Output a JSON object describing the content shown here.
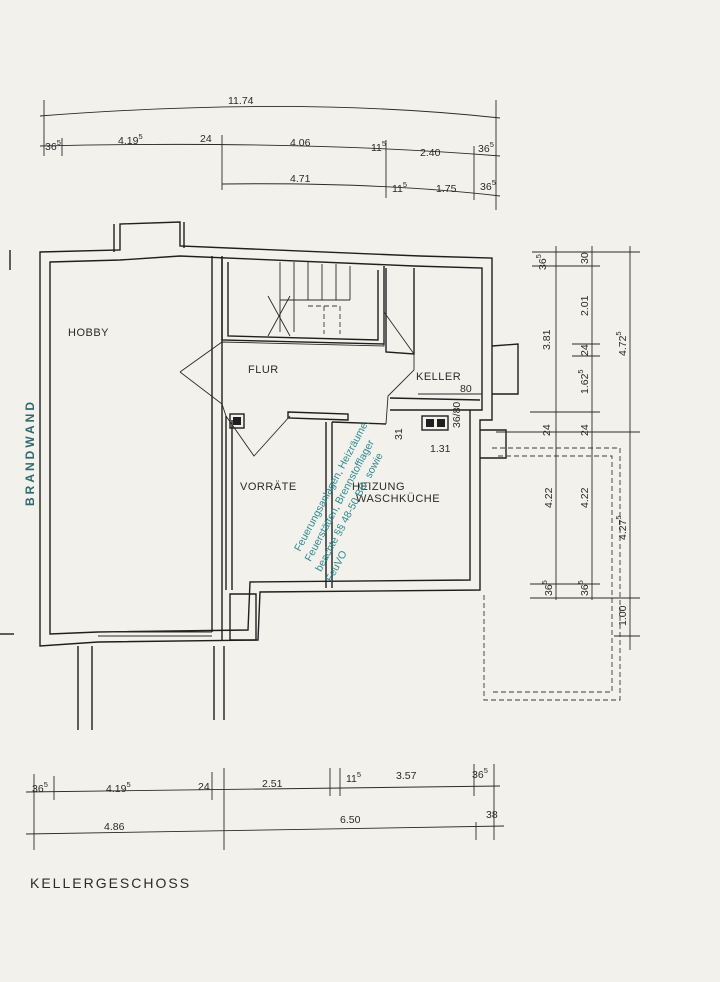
{
  "title": "KELLERGESCHOSS",
  "wall_label": "BRANDWAND",
  "rooms": {
    "hobby": "HOBBY",
    "flur": "FLUR",
    "keller": "KELLER",
    "vorraete": "VORRÄTE",
    "heizung": "HEIZUNG",
    "waschkueche": "WASCHKÜCHE"
  },
  "stamp_lines": [
    "Feuerungsanlagen, Heizräume,",
    "Feuerstätten, Brennstofflager",
    "beachte §§ 48-50 BO, sowie",
    "FeuVO"
  ],
  "dims_top": {
    "overall": "11.74",
    "row1": [
      {
        "main": "36",
        "sup": "5"
      },
      {
        "main": "4.19",
        "sup": "5"
      },
      {
        "main": "24",
        "sup": ""
      },
      {
        "main": "4.06",
        "sup": ""
      },
      {
        "main": "11",
        "sup": "5"
      },
      {
        "main": "2.40",
        "sup": ""
      },
      {
        "main": "36",
        "sup": "5"
      }
    ],
    "row2": [
      {
        "main": "4.71",
        "sup": ""
      },
      {
        "main": "11",
        "sup": "5"
      },
      {
        "main": "1.75",
        "sup": ""
      },
      {
        "main": "36",
        "sup": "5"
      }
    ]
  },
  "dims_right": {
    "inner": [
      {
        "main": "36",
        "sup": "5"
      },
      {
        "main": "3.81",
        "sup": ""
      },
      {
        "main": "24",
        "sup": ""
      },
      {
        "main": "4.22",
        "sup": ""
      },
      {
        "main": "36",
        "sup": "5"
      }
    ],
    "middle": [
      {
        "main": "30",
        "sup": ""
      },
      {
        "main": "2.01",
        "sup": ""
      },
      {
        "main": "24",
        "sup": ""
      },
      {
        "main": "1.62",
        "sup": "5"
      },
      {
        "main": "24",
        "sup": ""
      },
      {
        "main": "4.22",
        "sup": ""
      },
      {
        "main": "36",
        "sup": "5"
      }
    ],
    "outer": [
      {
        "main": "4.72",
        "sup": "5"
      },
      {
        "main": "4.27",
        "sup": "5"
      },
      {
        "main": "1.00",
        "sup": ""
      }
    ]
  },
  "dims_inner": {
    "keller_80": "80",
    "value_131": "1.31",
    "value_31": "31",
    "small_vertical": "36/80"
  },
  "dims_bottom": {
    "row1": [
      {
        "main": "36",
        "sup": "5"
      },
      {
        "main": "4.19",
        "sup": "5"
      },
      {
        "main": "24",
        "sup": ""
      },
      {
        "main": "2.51",
        "sup": ""
      },
      {
        "main": "11",
        "sup": "5"
      },
      {
        "main": "3.57",
        "sup": ""
      },
      {
        "main": "36",
        "sup": "5"
      }
    ],
    "row2": [
      {
        "main": "4.86",
        "sup": ""
      },
      {
        "main": "6.50",
        "sup": ""
      },
      {
        "main": "38",
        "sup": ""
      }
    ]
  }
}
